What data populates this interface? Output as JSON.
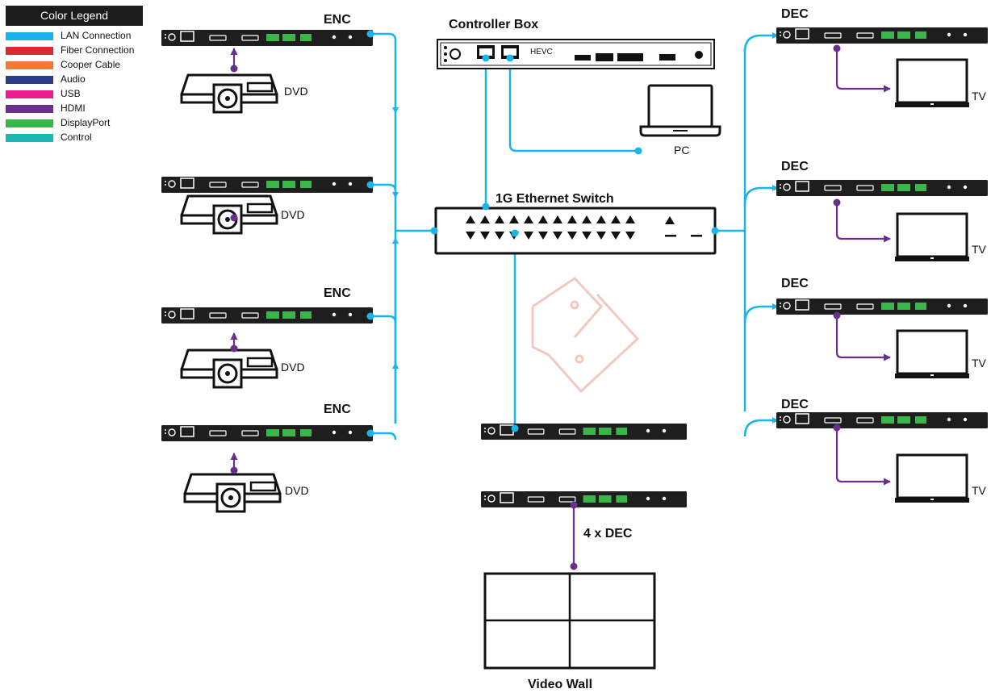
{
  "legend": {
    "title": "Color Legend",
    "items": [
      {
        "label": "LAN Connection",
        "color": "#19b4ea"
      },
      {
        "label": "Fiber Connection",
        "color": "#d82a33"
      },
      {
        "label": "Cooper Cable",
        "color": "#ef7b3b"
      },
      {
        "label": "Audio",
        "color": "#2b3d8c"
      },
      {
        "label": "USB",
        "color": "#ec1c8c"
      },
      {
        "label": "HDMI",
        "color": "#6a2f8c"
      },
      {
        "label": "DisplayPort",
        "color": "#3ab54a"
      },
      {
        "label": "Control",
        "color": "#1cb7b3"
      }
    ]
  },
  "labels": {
    "enc": "ENC",
    "dec": "DEC",
    "dvd": "DVD",
    "tv": "TV",
    "controller_box": "Controller Box",
    "hevc": "HEVC",
    "pc": "PC",
    "switch": "1G Ethernet Switch",
    "four_dec": "4 x DEC",
    "video_wall": "Video Wall"
  },
  "colors": {
    "lan": "#19b4ea",
    "hdmi": "#6a2f8c",
    "device": "#1e1e1e",
    "terminal": "#3ab54a",
    "watermark": "#f3c3b8"
  }
}
